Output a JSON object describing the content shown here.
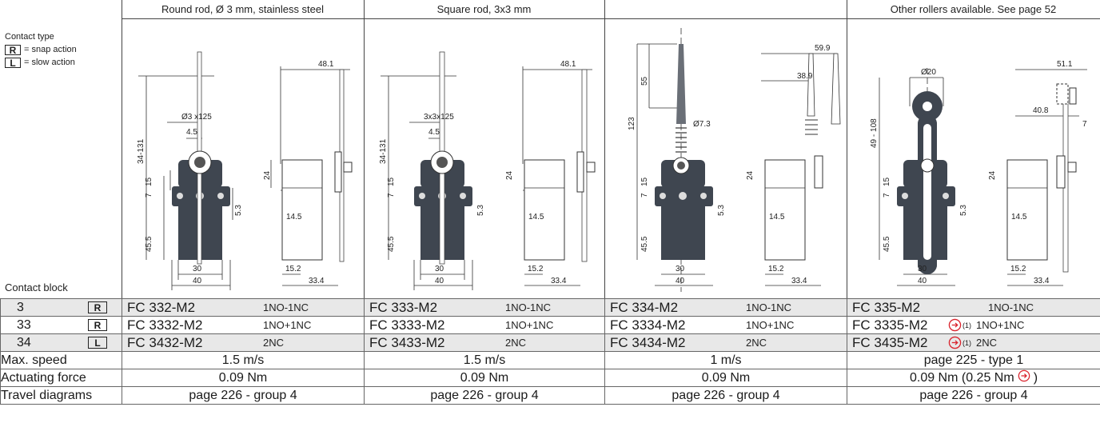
{
  "header": {
    "col1": "Round rod, Ø 3 mm, stainless steel",
    "col2": "Square rod, 3x3 mm",
    "col3": "",
    "col4": "Other rollers available. See page 52"
  },
  "legend": {
    "title": "Contact type",
    "items": [
      {
        "code": "R",
        "label": "= snap action"
      },
      {
        "code": "L",
        "label": "= slow action"
      }
    ]
  },
  "contact_block_label": "Contact block",
  "drawings": [
    {
      "dims": {
        "top": "48.1",
        "rod": "Ø3 x125",
        "h": "34-131",
        "a": "4.5",
        "b": "15",
        "c": "7",
        "d": "45.5",
        "e": "24",
        "f": "14.5",
        "g": "5.3",
        "w1": "30",
        "w2": "40",
        "w3": "15.2",
        "w4": "33.4"
      }
    },
    {
      "dims": {
        "top": "48.1",
        "rod": "3x3x125",
        "h": "34-131",
        "a": "4.5",
        "b": "15",
        "c": "7",
        "d": "45.5",
        "e": "24",
        "f": "14.5",
        "g": "5.3",
        "w1": "30",
        "w2": "40",
        "w3": "15.2",
        "w4": "33.4"
      }
    },
    {
      "dims": {
        "top": "59.9",
        "top2": "38.9",
        "rod": "Ø7.3",
        "h": "123",
        "h2": "55",
        "b": "15",
        "c": "7",
        "d": "45.5",
        "e": "24",
        "f": "14.5",
        "g": "5.3",
        "w1": "30",
        "w2": "40",
        "w3": "15.2",
        "w4": "33.4"
      }
    },
    {
      "dims": {
        "top": "51.1",
        "top2": "40.8",
        "rod": "Ø20",
        "h": "49 - 108",
        "a": "7",
        "b": "15",
        "c": "7",
        "d": "45.5",
        "e": "24",
        "f": "14.5",
        "g": "5.3",
        "w1": "30",
        "w2": "40",
        "w3": "15.2",
        "w4": "33.4"
      }
    }
  ],
  "rows": [
    {
      "block": "3",
      "type": "R",
      "models": [
        {
          "code": "FC 332-M2",
          "cfg": "1NO-1NC"
        },
        {
          "code": "FC 333-M2",
          "cfg": "1NO-1NC"
        },
        {
          "code": "FC 334-M2",
          "cfg": "1NO-1NC"
        },
        {
          "code": "FC 335-M2",
          "cfg": "1NO-1NC"
        }
      ]
    },
    {
      "block": "33",
      "type": "R",
      "models": [
        {
          "code": "FC 3332-M2",
          "cfg": "1NO+1NC"
        },
        {
          "code": "FC 3333-M2",
          "cfg": "1NO+1NC"
        },
        {
          "code": "FC 3334-M2",
          "cfg": "1NO+1NC"
        },
        {
          "code": "FC 3335-M2",
          "cfg": "1NO+1NC",
          "note": "(1)"
        }
      ]
    },
    {
      "block": "34",
      "type": "L",
      "models": [
        {
          "code": "FC 3432-M2",
          "cfg": "2NC"
        },
        {
          "code": "FC 3433-M2",
          "cfg": "2NC"
        },
        {
          "code": "FC 3434-M2",
          "cfg": "2NC"
        },
        {
          "code": "FC 3435-M2",
          "cfg": "2NC",
          "note": "(1)"
        }
      ]
    }
  ],
  "specs": [
    {
      "label": "Max. speed",
      "values": [
        "1.5 m/s",
        "1.5 m/s",
        "1 m/s",
        "page 225 - type 1"
      ]
    },
    {
      "label": "Actuating force",
      "values": [
        "0.09 Nm",
        "0.09 Nm",
        "0.09 Nm",
        "0.09 Nm (0.25 Nm"
      ],
      "tail": ")"
    },
    {
      "label": "Travel diagrams",
      "values": [
        "page 226 - group 4",
        "page 226 - group 4",
        "page 226 - group 4",
        "page 226 - group 4"
      ]
    }
  ],
  "colors": {
    "accent": "#d9232d",
    "shade": "#e8e8e8",
    "body": "#3f4650"
  }
}
